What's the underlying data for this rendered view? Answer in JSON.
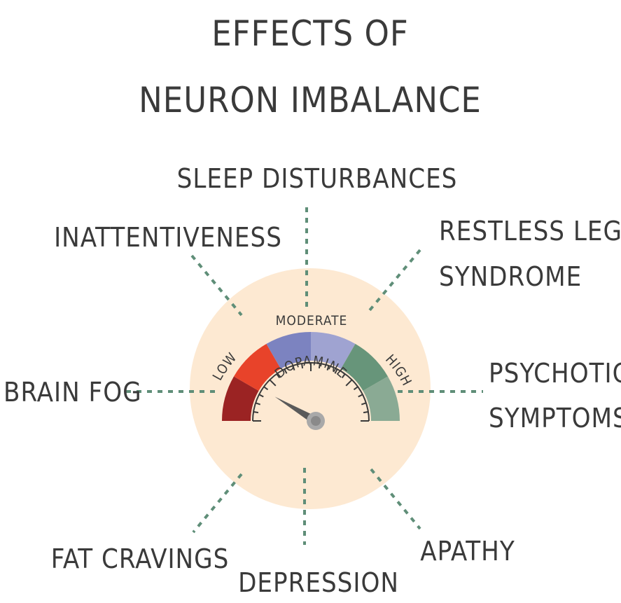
{
  "title": {
    "line1": "EFFECTS OF",
    "line2": "NEURON IMBALANCE"
  },
  "effects": {
    "sleep": "SLEEP DISTURBANCES",
    "inattentiveness": "INATTENTIVENESS",
    "restless_line1": "RESTLESS LEG",
    "restless_line2": "SYNDROME",
    "brain_fog": "BRAIN FOG",
    "psychotic_line1": "PSYCHOTIC",
    "psychotic_line2": "SYMPTOMS",
    "fat_cravings": "FAT CRAVINGS",
    "depression": "DEPRESSION",
    "apathy": "APATHY"
  },
  "gauge": {
    "title": "DOPAMINE",
    "low_label": "LOW",
    "moderate_label": "MODERATE",
    "high_label": "HIGH",
    "needle_fraction": 0.17,
    "segment_colors": [
      "#9b2323",
      "#e8432a",
      "#7c83c0",
      "#9fa3d1",
      "#67957a",
      "#8aaa94"
    ]
  },
  "colors": {
    "background_circle": "#fde9d2",
    "dashed_lines": "#5f8e78",
    "text": "#3a3a3a"
  }
}
